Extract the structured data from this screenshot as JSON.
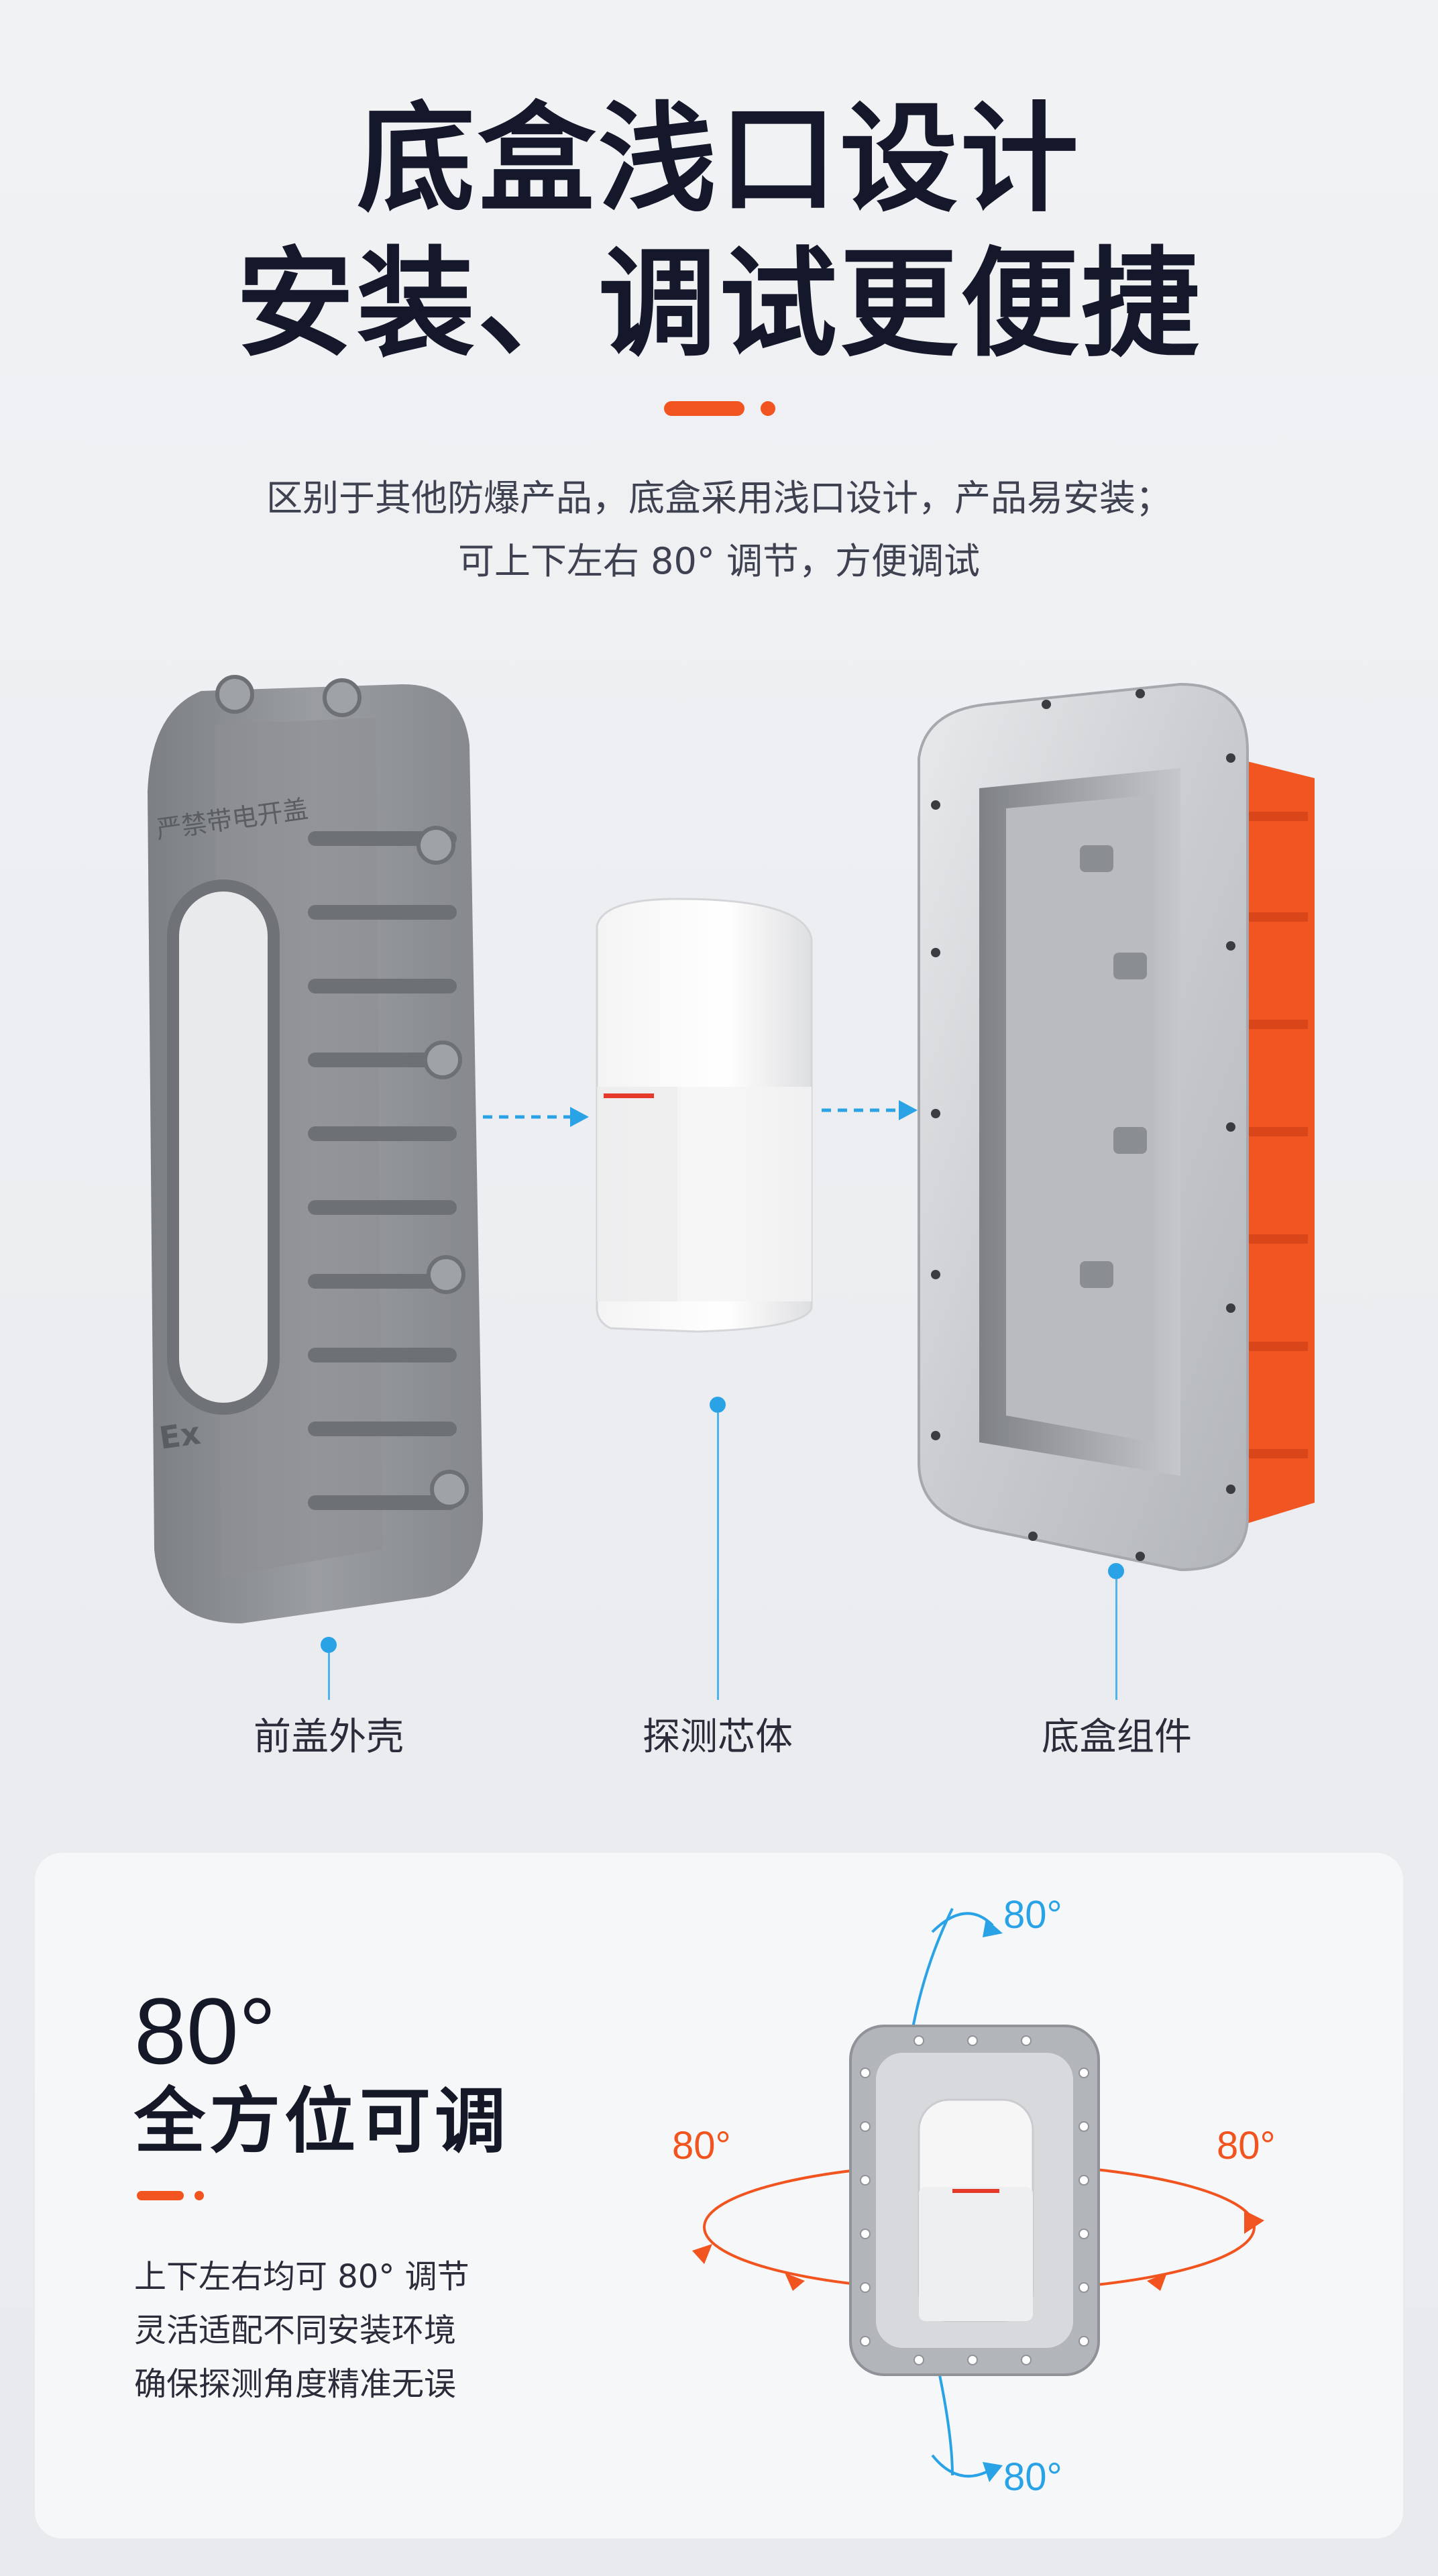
{
  "heading": {
    "line1": "底盒浅口设计",
    "line2": "安装、调试更便捷"
  },
  "description": {
    "line1": "区别于其他防爆产品，底盒采用浅口设计，产品易安装；",
    "line2": "可上下左右 80° 调节，方便调试"
  },
  "components": {
    "front_cover": {
      "label": "前盖外壳",
      "embossed_text": "严禁带电开盖",
      "ex_mark": "Ex"
    },
    "core": {
      "label": "探测芯体"
    },
    "base_box": {
      "label": "底盒组件"
    }
  },
  "feature": {
    "angle": "80°",
    "title": "全方位可调",
    "lines": [
      "上下左右均可 80° 调节",
      "灵活适配不同安装环境",
      "确保探测角度精准无误"
    ],
    "diagram_labels": {
      "top": "80°",
      "bottom": "80°",
      "left": "80°",
      "right": "80°"
    }
  },
  "colors": {
    "accent": "#f2541f",
    "arrow_blue": "#2aa3e6",
    "text_dark": "#15182a"
  }
}
